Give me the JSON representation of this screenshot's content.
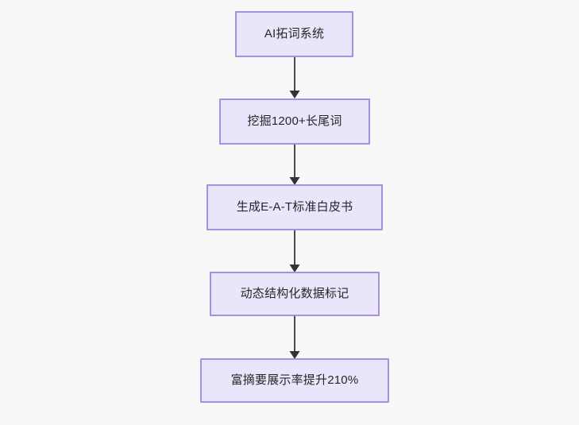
{
  "diagram": {
    "type": "flowchart",
    "direction": "top-to-bottom",
    "background_color": "#f8f8f8",
    "node_fill_color": "#e9e6fb",
    "node_border_color": "#a98fe0",
    "node_text_color": "#262626",
    "edge_color": "#4a4a4a",
    "nodes": [
      {
        "id": "n1",
        "label": "AI拓词系统"
      },
      {
        "id": "n2",
        "label": "挖掘1200+长尾词"
      },
      {
        "id": "n3",
        "label": "生成E-A-T标准白皮书"
      },
      {
        "id": "n4",
        "label": "动态结构化数据标记"
      },
      {
        "id": "n5",
        "label": "富摘要展示率提升210%"
      }
    ],
    "edges": [
      {
        "from": "n1",
        "to": "n2",
        "arrow": "arrow-down-icon"
      },
      {
        "from": "n2",
        "to": "n3",
        "arrow": "arrow-down-icon"
      },
      {
        "from": "n3",
        "to": "n4",
        "arrow": "arrow-down-icon"
      },
      {
        "from": "n4",
        "to": "n5",
        "arrow": "arrow-down-icon"
      }
    ]
  }
}
